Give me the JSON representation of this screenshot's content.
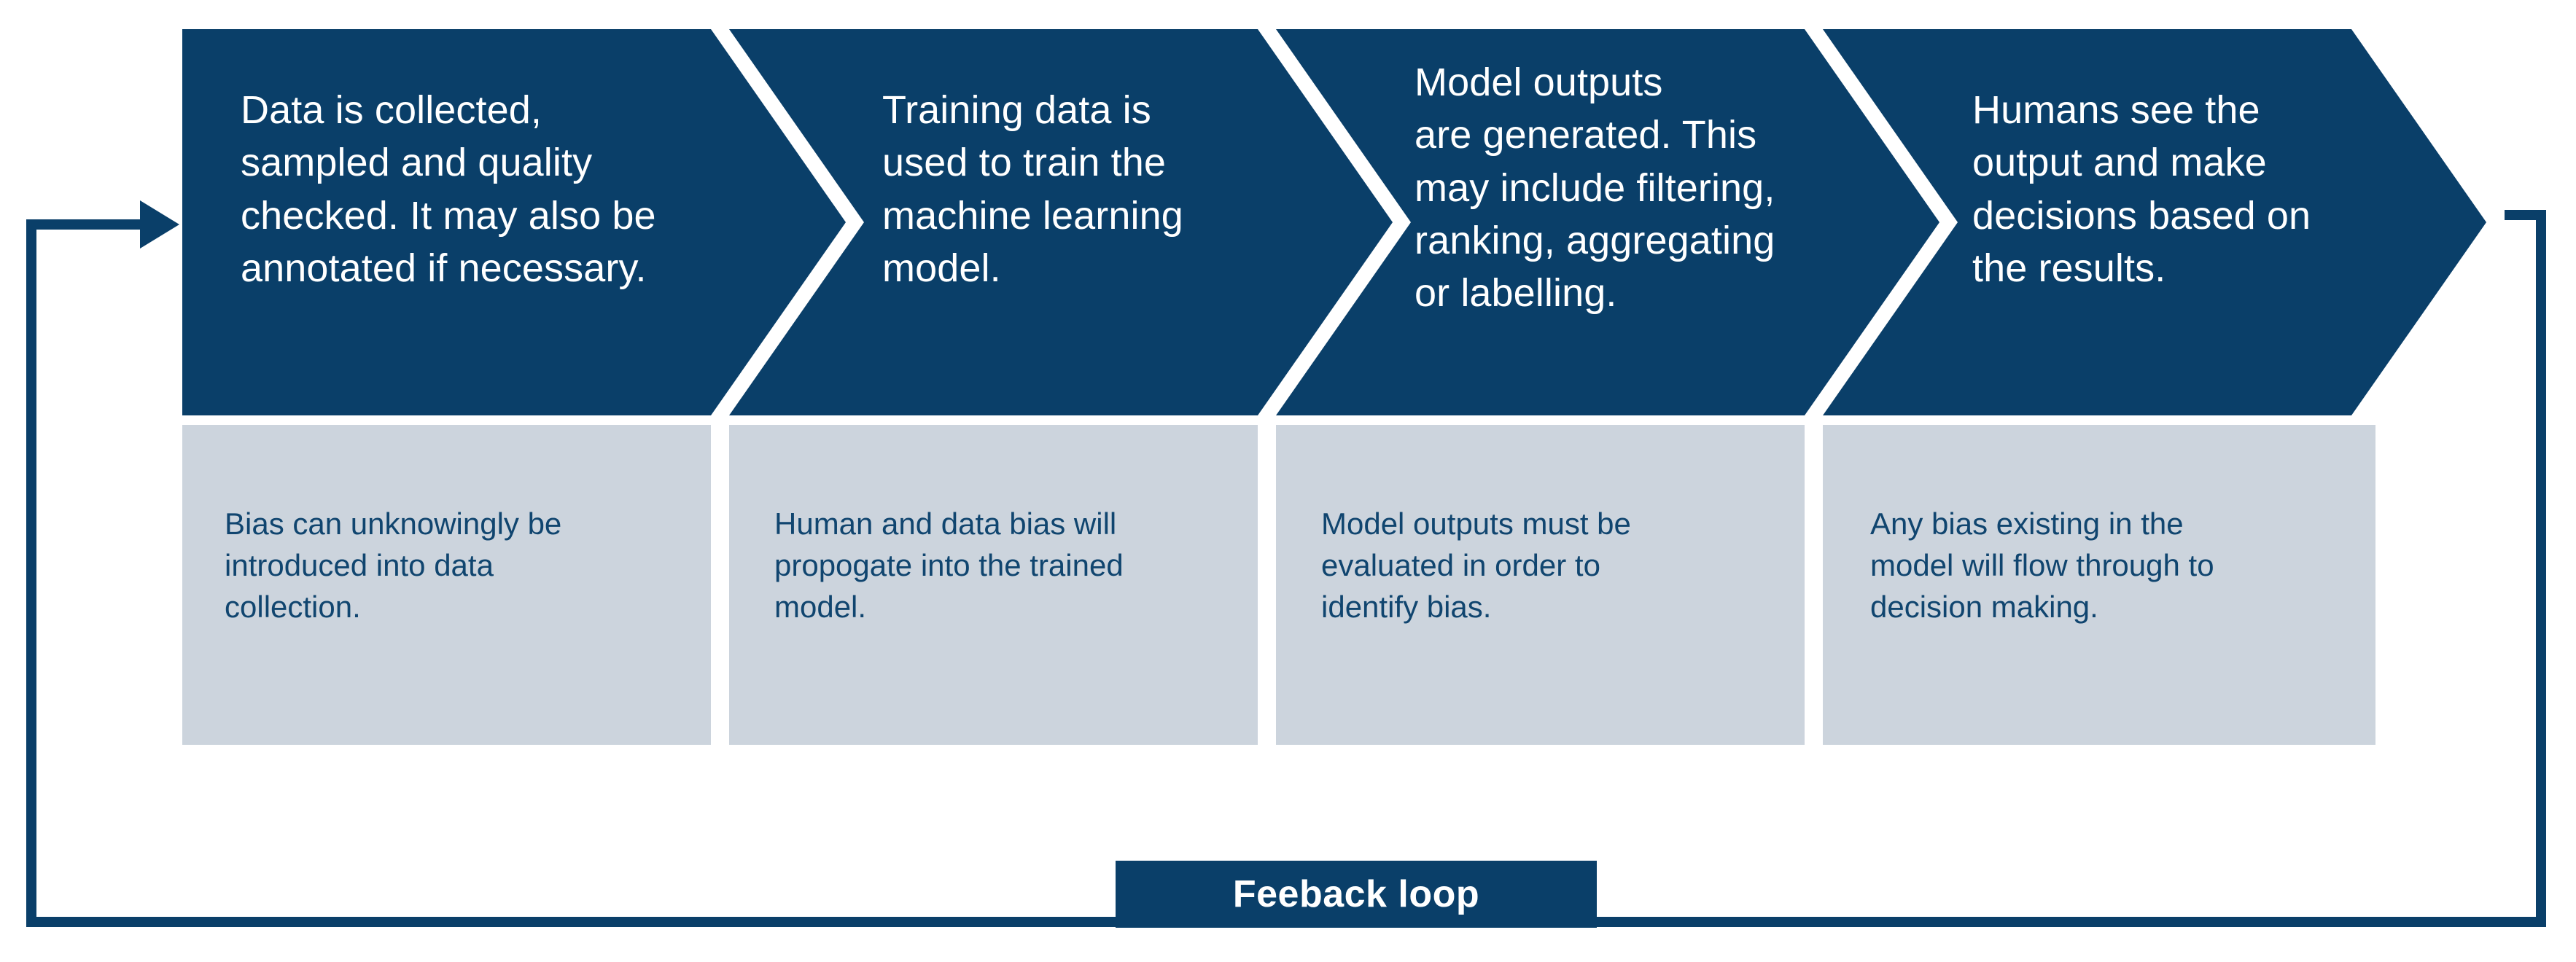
{
  "diagram": {
    "title_label": "Feeback loop",
    "colors": {
      "chevron_fill": "#0A3F69",
      "panel_fill": "#CCD4DD",
      "panel_text": "#10456F",
      "chevron_text": "#FFFFFF",
      "loop_line": "#0A3F69",
      "background": "#FFFFFF"
    },
    "stages": [
      {
        "id": "data-collection",
        "headline": "Data is collected,\nsampled and quality\nchecked. It may also be\nannotated if necessary.",
        "note": "Bias can unknowingly be\nintroduced into data\ncollection."
      },
      {
        "id": "model-training",
        "headline": "Training data is\nused to train the\nmachine learning\nmodel.",
        "note": "Human and data bias will\npropogate into the trained\nmodel."
      },
      {
        "id": "model-output",
        "headline": "Model outputs\nare generated. This\nmay include filtering,\nranking, aggregating\nor labelling.",
        "note": "Model outputs must be\nevaluated in order to\nidentify bias."
      },
      {
        "id": "human-decision",
        "headline": "Humans see the\noutput and make\ndecisions based on\nthe results.",
        "note": "Any bias existing in the\nmodel will flow through to\ndecision making."
      }
    ],
    "feedback_loop": {
      "label": "Feeback loop",
      "direction": "right-to-left-return-to-stage-1",
      "arrow_icon": "arrow-right-icon"
    }
  }
}
